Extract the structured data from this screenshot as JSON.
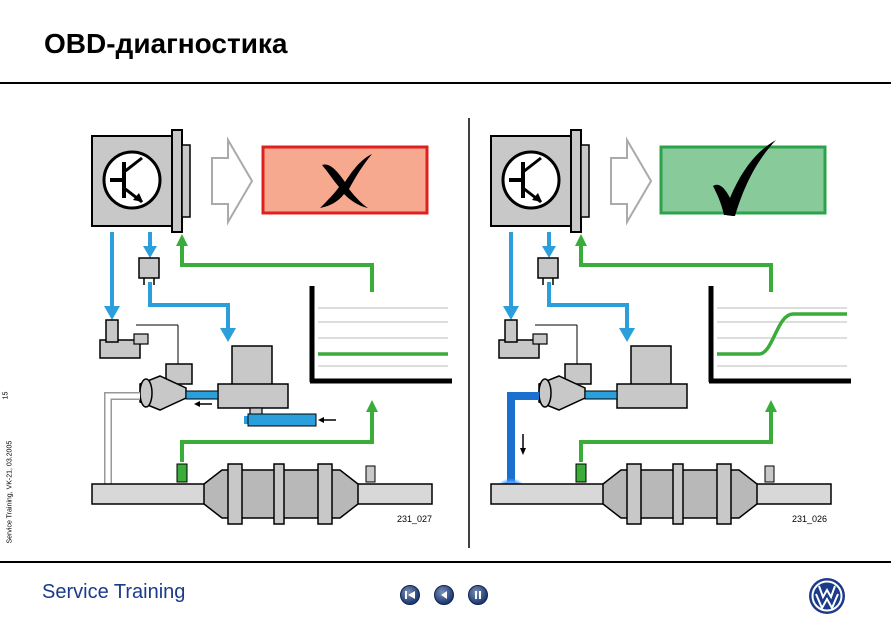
{
  "header": {
    "title": "OBD-диагностика"
  },
  "sidebar": {
    "caption": "Service Training, VK-21, 03.2005",
    "page_number": "15"
  },
  "panels": [
    {
      "code": "231_027",
      "result": "fail"
    },
    {
      "code": "231_026",
      "result": "pass"
    }
  ],
  "footer": {
    "brand": "Service Training"
  },
  "colors": {
    "fail_fill": "#f7a98f",
    "fail_border": "#e02020",
    "pass_fill": "#88ca9a",
    "pass_border": "#2aa34a",
    "blue_line": "#2a9fdc",
    "green_line": "#3aac3a"
  },
  "icons": {
    "fail": "cross-icon",
    "pass": "check-icon",
    "nav_first": "skip-back-icon",
    "nav_prev": "play-back-icon",
    "nav_pause": "pause-icon",
    "logo": "vw-logo-icon"
  }
}
